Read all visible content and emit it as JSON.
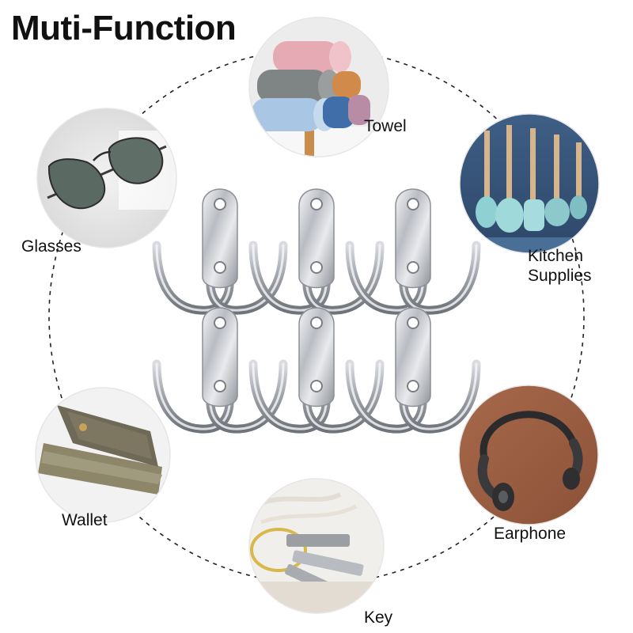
{
  "title": "Muti-Function",
  "uses": [
    {
      "id": "towel",
      "label": "Towel",
      "icon": "rolled-towels-photo"
    },
    {
      "id": "kitchen",
      "label_lines": [
        "Kitchen",
        "Supplies"
      ],
      "icon": "kitchen-utensils-photo"
    },
    {
      "id": "earphone",
      "label": "Earphone",
      "icon": "bone-conduction-headphones-photo"
    },
    {
      "id": "key",
      "label": "Key",
      "icon": "keys-on-ring-photo"
    },
    {
      "id": "wallet",
      "label": "Wallet",
      "icon": "leather-wallet-photo"
    },
    {
      "id": "glasses",
      "label": "Glasses",
      "icon": "aviator-sunglasses-photo"
    }
  ],
  "product": {
    "name": "double-prong-coat-hook",
    "count": 6,
    "finish_color": "#c9ccd1"
  },
  "colors": {
    "dashed_circle": "#222222",
    "text": "#111111"
  }
}
